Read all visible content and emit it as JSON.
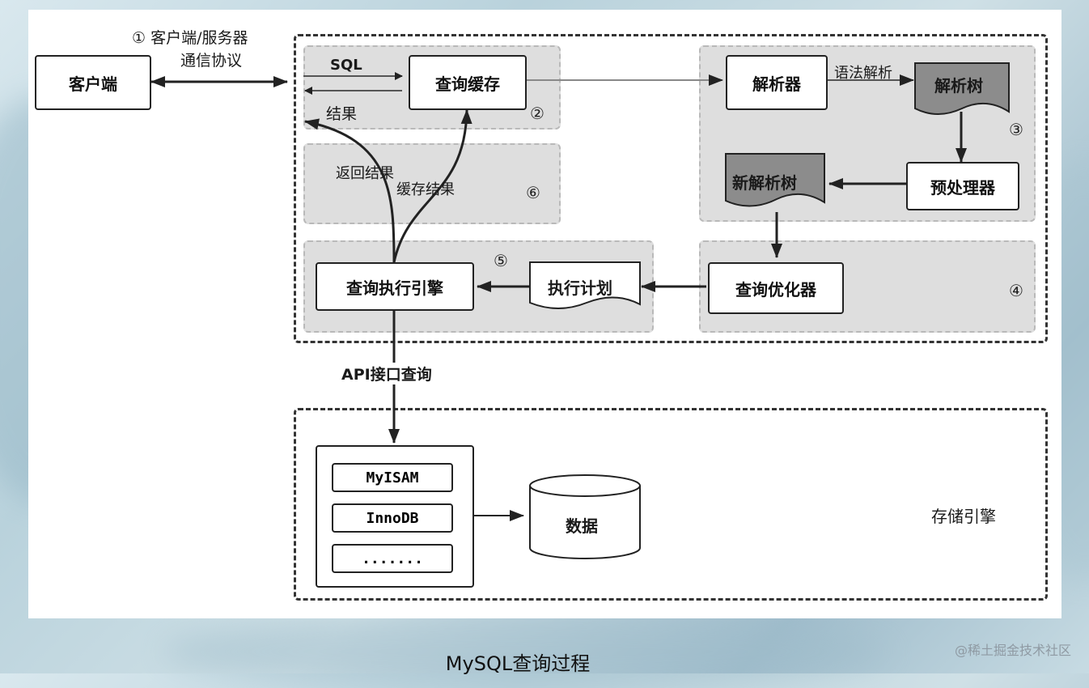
{
  "diagram": {
    "client": "客户端",
    "protocol_line1": "① 客户端/服务器",
    "protocol_line2": "通信协议",
    "sql_label": "SQL",
    "result_label": "结果",
    "query_cache": "查询缓存",
    "stage2": "②",
    "parser": "解析器",
    "syntax_parse": "语法解析",
    "parse_tree": "解析树",
    "stage3": "③",
    "preprocessor": "预处理器",
    "new_parse_tree": "新解析树",
    "return_result": "返回结果",
    "cache_result": "缓存结果",
    "stage6": "⑥",
    "stage5": "⑤",
    "execution_engine": "查询执行引擎",
    "execution_plan": "执行计划",
    "optimizer": "查询优化器",
    "stage4": "④",
    "api_query": "API接口查询",
    "engines": [
      "MyISAM",
      "InnoDB",
      "......."
    ],
    "data": "数据",
    "storage_engine": "存储引擎"
  },
  "caption": "MySQL查询过程",
  "watermark": "@稀土掘金技术社区"
}
